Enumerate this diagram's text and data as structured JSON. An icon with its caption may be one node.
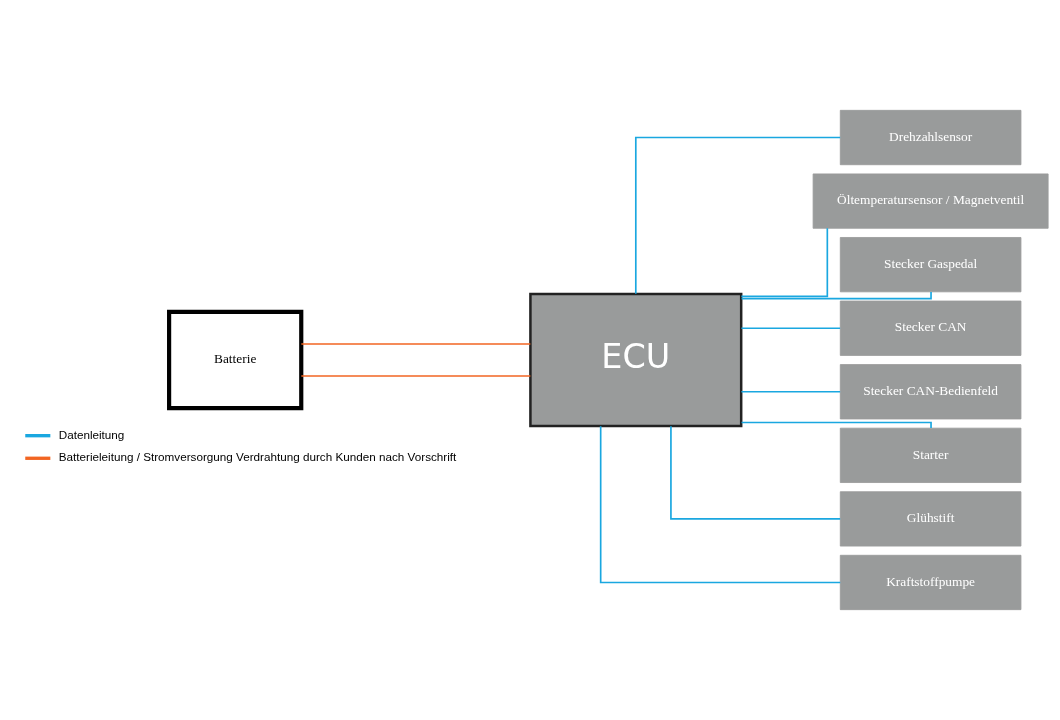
{
  "diagram": {
    "nodes": [
      {
        "text": [
          "Batterie"
        ]
      },
      {
        "text": [
          "ECU"
        ]
      },
      {
        "text": [
          "Drehzahlsensor"
        ]
      },
      {
        "text": [
          "Öltemperatursensor / Magnetventil"
        ]
      },
      {
        "text": [
          "Stecker Gaspedal"
        ]
      },
      {
        "text": [
          "Stecker CAN"
        ]
      },
      {
        "text": [
          "Stecker CAN-Bedienfeld"
        ]
      },
      {
        "text": [
          "Starter"
        ]
      },
      {
        "text": [
          "Glühstift"
        ]
      },
      {
        "text": [
          "Kraftstoffpumpe"
        ]
      }
    ],
    "edges": [
      {
        "from": 0,
        "to": 1,
        "arrow": "none",
        "color": "#f26522"
      },
      {
        "from": 0,
        "to": 1,
        "arrow": "none",
        "color": "#f26522"
      },
      {
        "from": 1,
        "to": 2,
        "arrow": "none"
      },
      {
        "from": 1,
        "to": 3,
        "arrow": "none"
      },
      {
        "from": 1,
        "to": 4,
        "arrow": "none"
      },
      {
        "from": 1,
        "to": 5,
        "arrow": "none"
      },
      {
        "from": 1,
        "to": 6,
        "arrow": "none"
      },
      {
        "from": 1,
        "to": 7,
        "arrow": "none"
      },
      {
        "from": 1,
        "to": 8,
        "arrow": "none"
      },
      {
        "from": 1,
        "to": 9,
        "arrow": "none"
      }
    ],
    "legend": [
      {
        "text": "Datenleitung"
      },
      {
        "text": "Batterieleitung / Stromversorgung Verdrahtung durch Kunden nach Vorschrift"
      }
    ]
  }
}
